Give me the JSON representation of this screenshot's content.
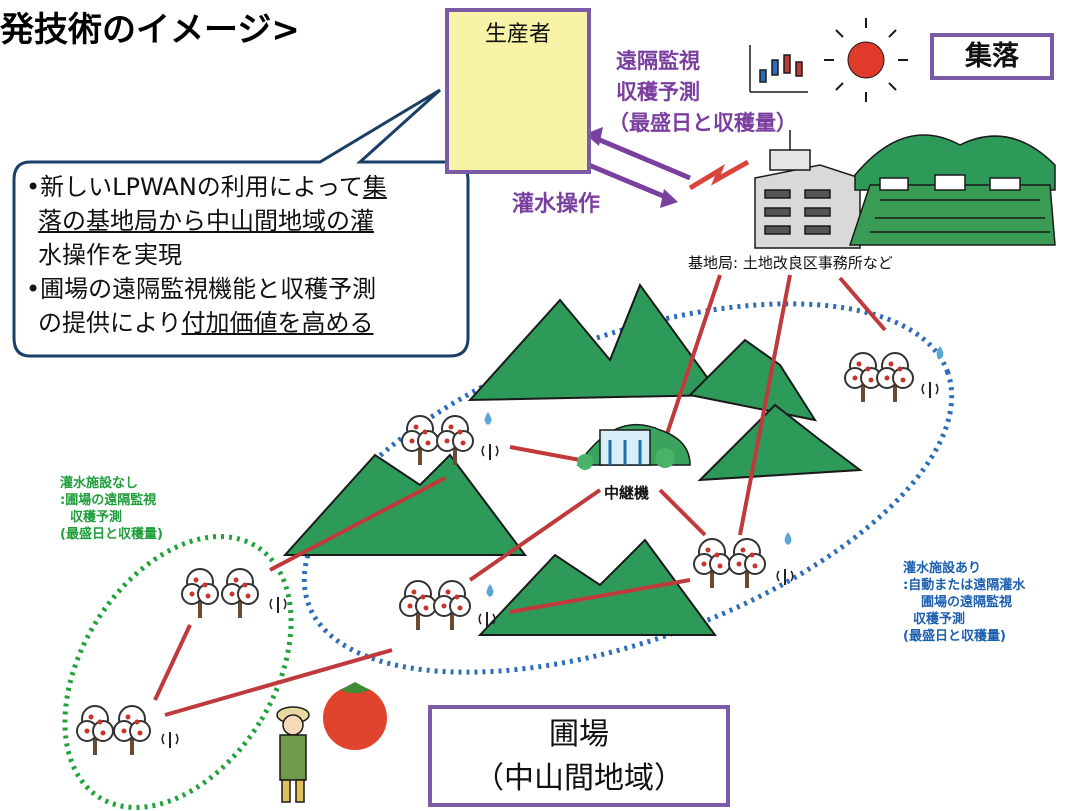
{
  "title": "発技術のイメージ>",
  "producer": {
    "label": "生産者"
  },
  "village": {
    "label": "集落"
  },
  "remote": {
    "line1": "遠隔監視",
    "line2": "収穫予測",
    "line3": "（最盛日と収穫量）"
  },
  "irrigation_op": "灌水操作",
  "bubble": {
    "b1_pre": "•新しいLPWANの利用によって",
    "b1_u1": "集",
    "b1_u2": "落の基地局から中山間地域の灌",
    "b1_l3": "水操作を実現",
    "b2_l1": "•圃場の遠隔監視機能と収穫予測",
    "b2_pre": "の提供により",
    "b2_u": "付加価値を高める"
  },
  "base_station": "基地局: 土地改良区事務所など",
  "relay": "中継機",
  "no_irrigation": {
    "l1": "灌水施設なし",
    "l2": ":圃場の遠隔監視",
    "l3": "収穫予測",
    "l4": "(最盛日と収穫量)"
  },
  "with_irrigation": {
    "l1": "灌水施設あり",
    "l2": ":自動または遠隔灌水",
    "l3": "圃場の遠隔監視",
    "l4": "収穫予測",
    "l5": "(最盛日と収穫量)"
  },
  "field": {
    "line1": "圃場",
    "line2": "（中山間地域）"
  },
  "colors": {
    "purple": "#7b3fa0",
    "box_border": "#7b5aa6",
    "link_red": "#c0393b",
    "blue_dotted": "#2f6db8",
    "green_dotted": "#21a33a",
    "producer_bg": "#f7f3a6",
    "mountain": "#2d9a5a",
    "sun": "#e03a2b"
  }
}
